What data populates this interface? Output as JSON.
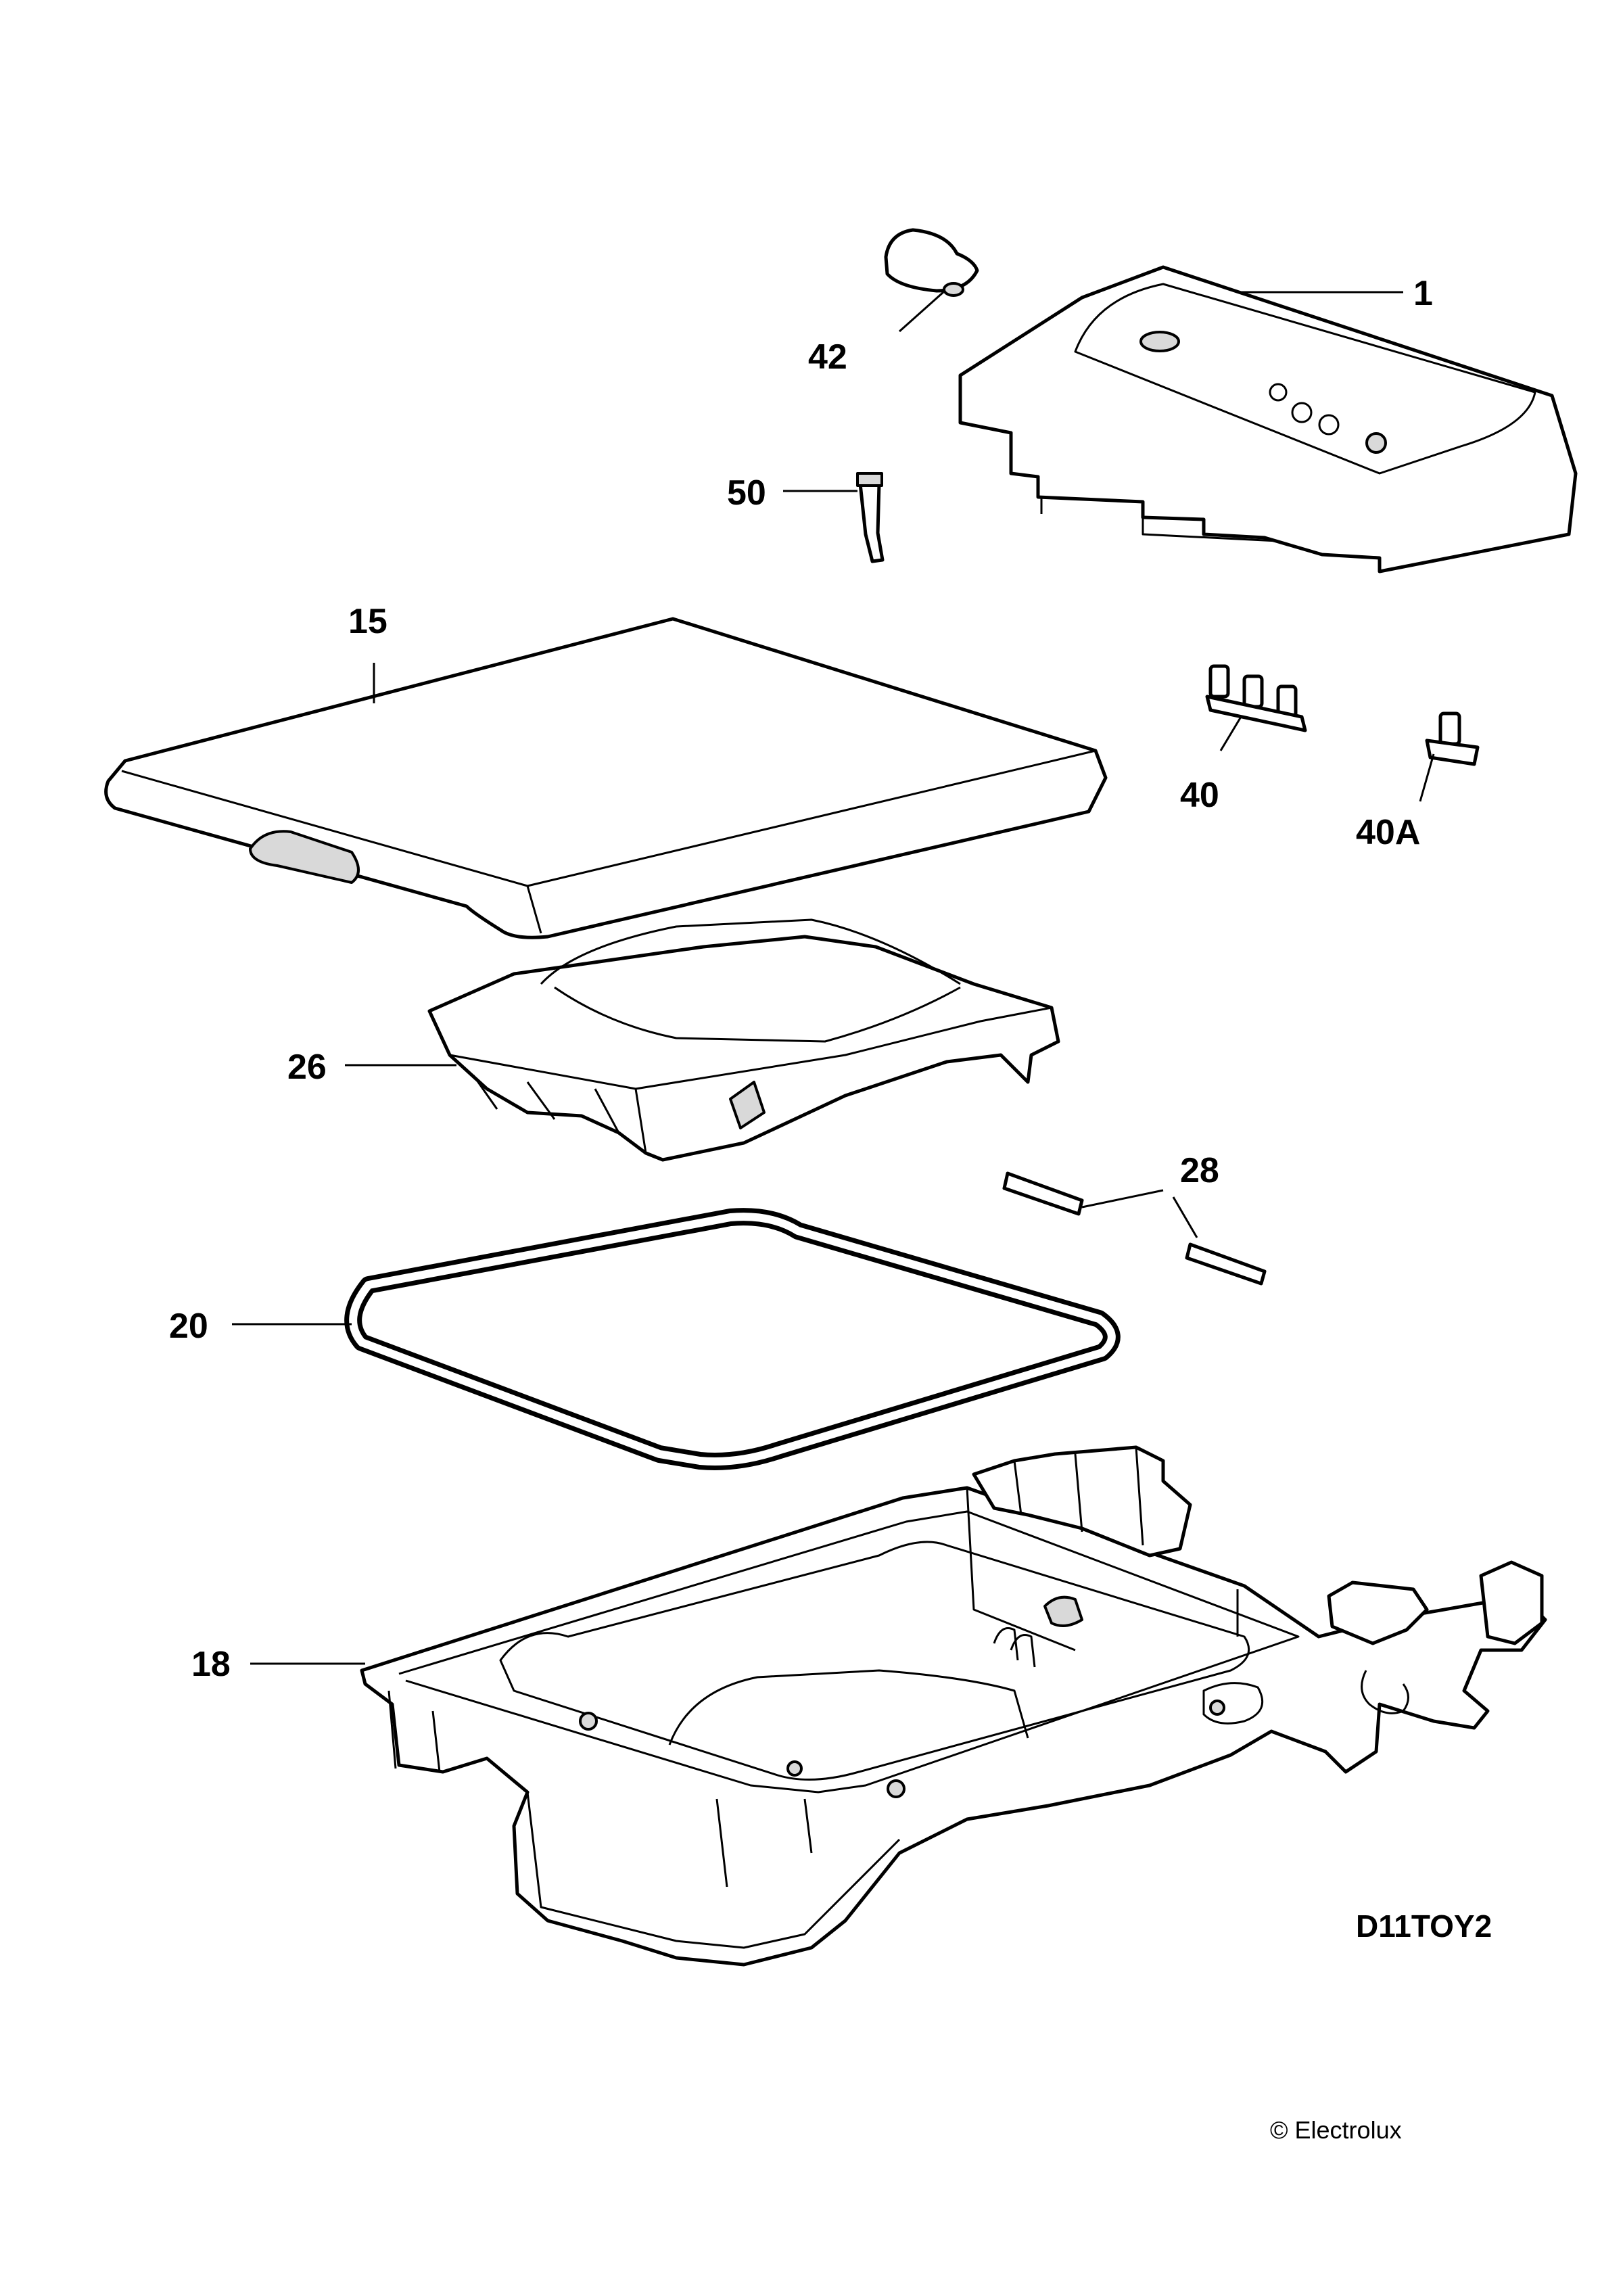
{
  "diagram": {
    "drawing_code": "D11TOY2",
    "copyright": "© Electrolux",
    "callouts": [
      {
        "id": "1",
        "label": "1"
      },
      {
        "id": "42",
        "label": "42"
      },
      {
        "id": "50",
        "label": "50"
      },
      {
        "id": "15",
        "label": "15"
      },
      {
        "id": "40",
        "label": "40"
      },
      {
        "id": "40A",
        "label": "40A"
      },
      {
        "id": "26",
        "label": "26"
      },
      {
        "id": "28",
        "label": "28"
      },
      {
        "id": "20",
        "label": "20"
      },
      {
        "id": "18",
        "label": "18"
      }
    ]
  }
}
